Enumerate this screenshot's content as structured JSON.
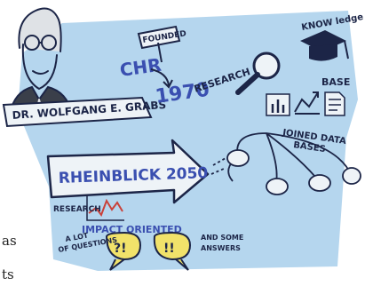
{
  "colors": {
    "wash": "#b5d6ee",
    "ink": "#1c2547",
    "marker_blue": "#3a4fb0",
    "chart_red": "#c9413a",
    "yellow": "#f1e26a"
  },
  "icons": [
    "portrait-drawing",
    "magnifier-icon",
    "graduation-cap-icon",
    "bar-chart-icon",
    "line-chart-icon",
    "document-icon",
    "arrow-icon",
    "speech-bubble"
  ],
  "labels": {
    "founded": "FOUNDED",
    "chr": "CHR",
    "year": "1970",
    "research_top": "RESEARCH",
    "knowledge": "KNOW ledge",
    "base": "BASE",
    "joined_line1": "JOINED DATA",
    "joined_line2": "BASES",
    "name": "DR. WOLFGANG E. GRABS",
    "rheinblick": "RHEINBLICK 2050",
    "research_bottom": "RESEARCH",
    "impact": "IMPACT ORIENTED",
    "questions_line1": "A LOT",
    "questions_line2": "OF QUESTIONS",
    "question_marks": "?!",
    "exclamations": "!!",
    "answers_line1": "AND SOME",
    "answers_line2": "ANSWERS"
  },
  "side_text": {
    "line1": "as",
    "line2": "ts"
  }
}
